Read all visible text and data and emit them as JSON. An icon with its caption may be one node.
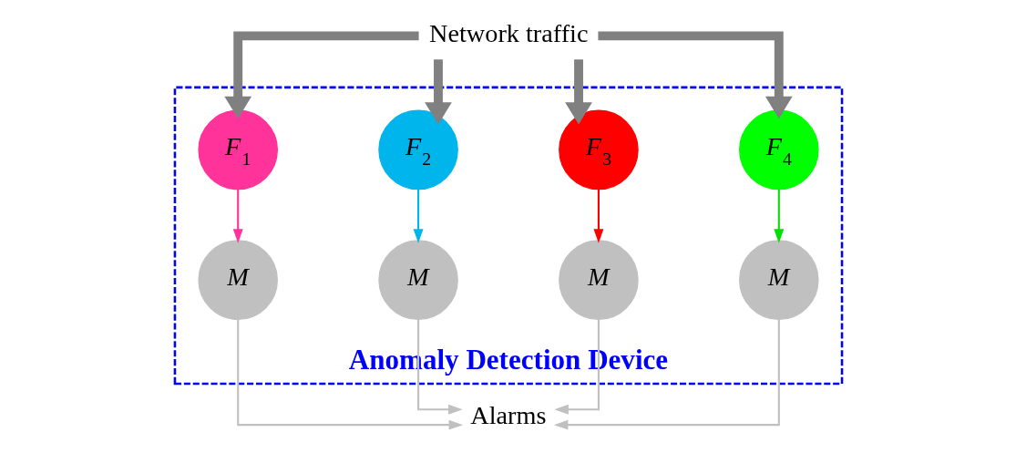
{
  "diagram": {
    "nodes": [
      {
        "text": [
          "Anomaly Detection Device"
        ]
      },
      {
        "text": [
          "Network traffic"
        ]
      },
      {
        "text": [
          "*F*$_{1}$"
        ],
        "in": 0
      },
      {
        "text": [
          "*F*$_{2}$"
        ],
        "in": 0
      },
      {
        "text": [
          "*F*$_{3}$"
        ],
        "in": 0
      },
      {
        "text": [
          "*F*$_{4}$"
        ],
        "in": 0
      },
      {
        "text": [
          "M"
        ],
        "in": 0
      },
      {
        "text": [
          "M"
        ],
        "in": 0
      },
      {
        "text": [
          "M"
        ],
        "in": 0
      },
      {
        "text": [
          "M"
        ],
        "in": 0
      },
      {
        "text": [
          "Alarms"
        ]
      }
    ],
    "edges": [
      {
        "from": 1,
        "to": 2,
        "arrow": "to",
        "style": "thick",
        "color": "#808080"
      },
      {
        "from": 1,
        "to": 3,
        "arrow": "to",
        "style": "thick",
        "color": "#808080"
      },
      {
        "from": 1,
        "to": 4,
        "arrow": "to",
        "style": "thick",
        "color": "#808080"
      },
      {
        "from": 1,
        "to": 5,
        "arrow": "to",
        "style": "thick",
        "color": "#808080"
      },
      {
        "from": 2,
        "to": 6,
        "arrow": "to",
        "color": "#ff3399"
      },
      {
        "from": 3,
        "to": 7,
        "arrow": "to",
        "color": "#00b5ec"
      },
      {
        "from": 4,
        "to": 8,
        "arrow": "to",
        "color": "#ff0000"
      },
      {
        "from": 5,
        "to": 9,
        "arrow": "to",
        "color": "#00e000"
      },
      {
        "from": 6,
        "to": 10,
        "arrow": "to",
        "color": "#c0c0c0"
      },
      {
        "from": 7,
        "to": 10,
        "arrow": "to",
        "color": "#c0c0c0"
      },
      {
        "from": 8,
        "to": 10,
        "arrow": "to",
        "color": "#c0c0c0"
      },
      {
        "from": 9,
        "to": 10,
        "arrow": "to",
        "color": "#c0c0c0"
      }
    ]
  }
}
